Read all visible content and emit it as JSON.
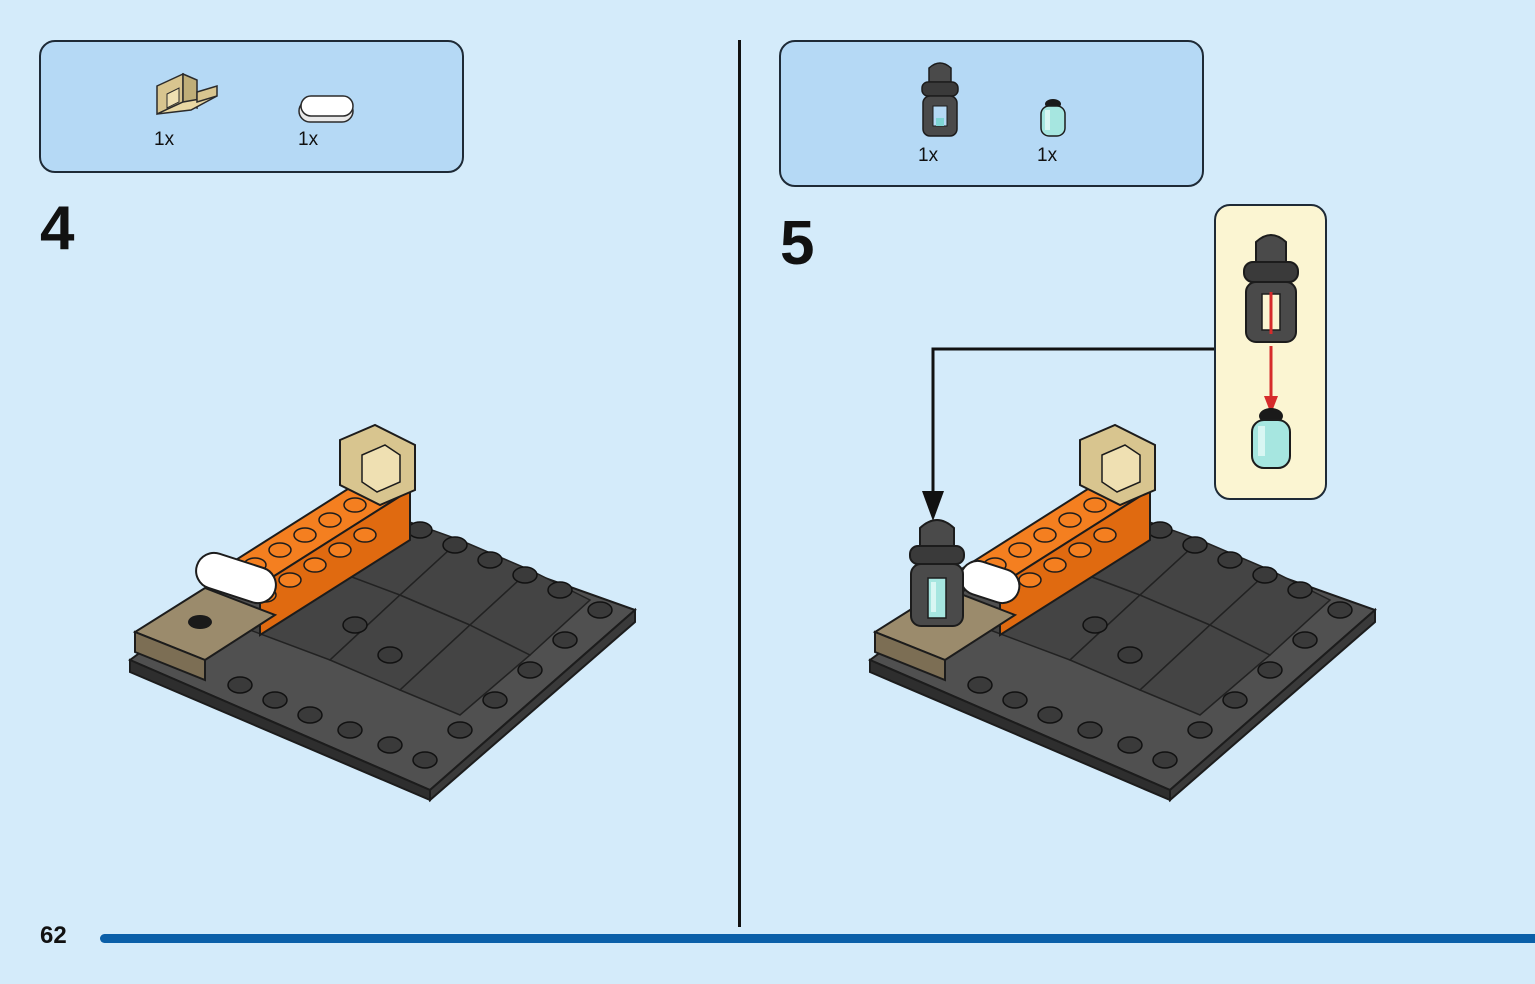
{
  "steps": [
    {
      "number": "4",
      "parts": [
        {
          "icon": "tan-bracket-brick-icon",
          "qty": "1x"
        },
        {
          "icon": "white-tile-icon",
          "qty": "1x"
        }
      ]
    },
    {
      "number": "5",
      "parts": [
        {
          "icon": "lantern-icon",
          "qty": "1x"
        },
        {
          "icon": "trans-light-blue-round-brick-icon",
          "qty": "1x"
        }
      ]
    }
  ],
  "page": {
    "number": "62"
  },
  "colors": {
    "background": "#d4ebfa",
    "parts_box": "#b5d9f5",
    "callout": "#fbf5d2",
    "accent_line": "#0b5fa8",
    "plate": "#3c3c3c",
    "orange": "#f47f20",
    "tan": "#d8c58f",
    "dark_tan": "#9b8b6c"
  }
}
